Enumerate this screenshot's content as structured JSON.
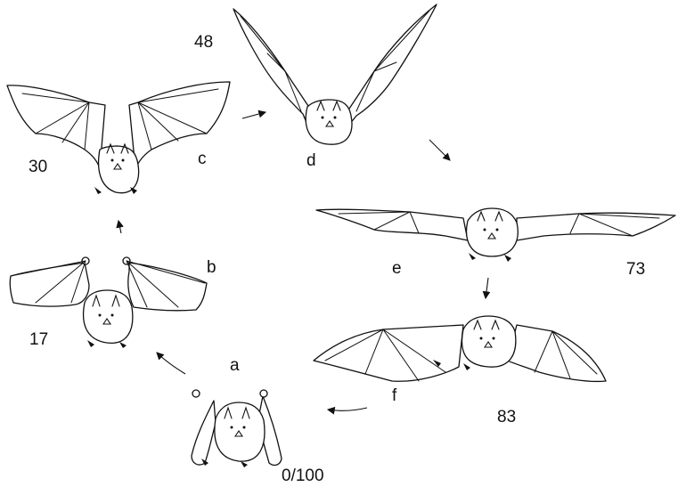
{
  "stages": [
    {
      "letter": "a",
      "percent": "0/100"
    },
    {
      "letter": "b",
      "percent": "17"
    },
    {
      "letter": "c",
      "percent": "30"
    },
    {
      "letter": "d",
      "percent": "48"
    },
    {
      "letter": "e",
      "percent": "73"
    },
    {
      "letter": "f",
      "percent": "83"
    }
  ]
}
